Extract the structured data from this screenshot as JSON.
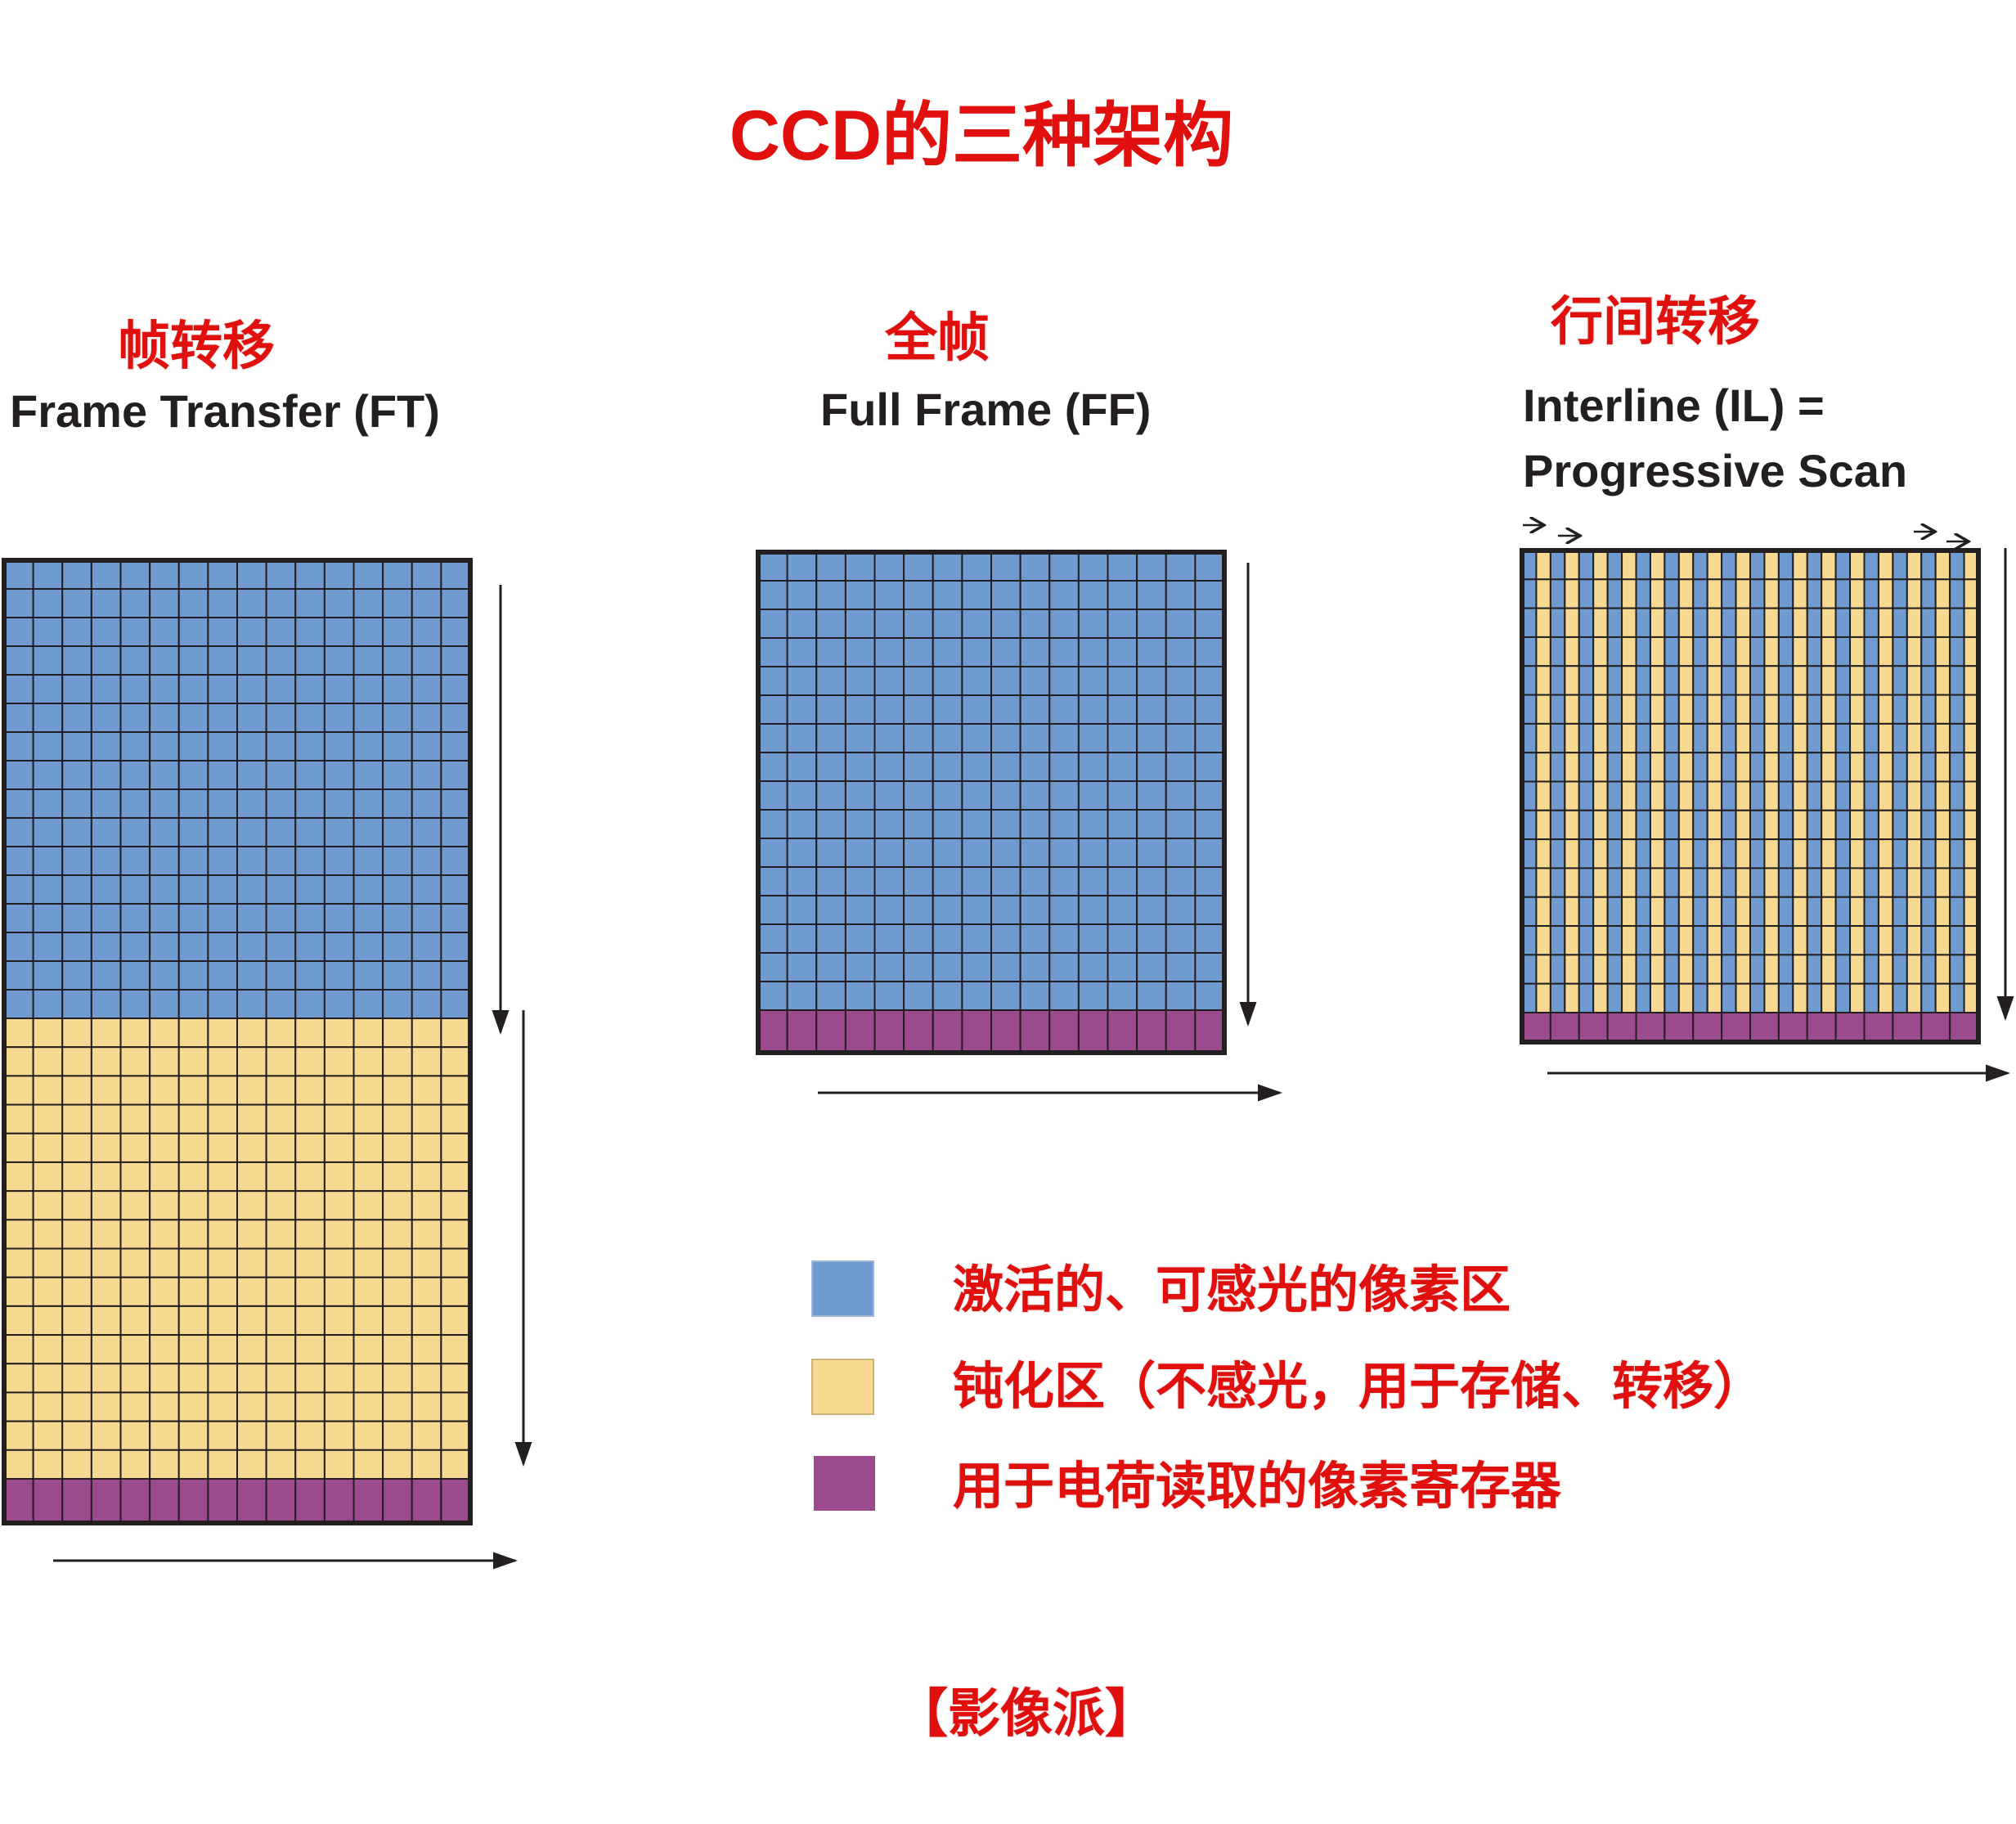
{
  "title": "CCD的三种架构",
  "footer": "【影像派】",
  "colors": {
    "active": "#6f9bd1",
    "passive": "#f8d992",
    "register": "#9b4a8e",
    "grid": "#231f20",
    "label_red": "#e0100f"
  },
  "architectures": {
    "ft": {
      "name_zh": "帧转移",
      "name_en": "Frame Transfer (FT)"
    },
    "ff": {
      "name_zh": "全帧",
      "name_en": "Full Frame (FF)"
    },
    "il": {
      "name_zh": "行间转移",
      "name_en_line1": "Interline (IL) =",
      "name_en_line2": "Progressive Scan"
    }
  },
  "legend": {
    "active": "激活的、可感光的像素区",
    "passive": "钝化区（不感光，用于存储、转移）",
    "register": "用于电荷读取的像素寄存器"
  }
}
